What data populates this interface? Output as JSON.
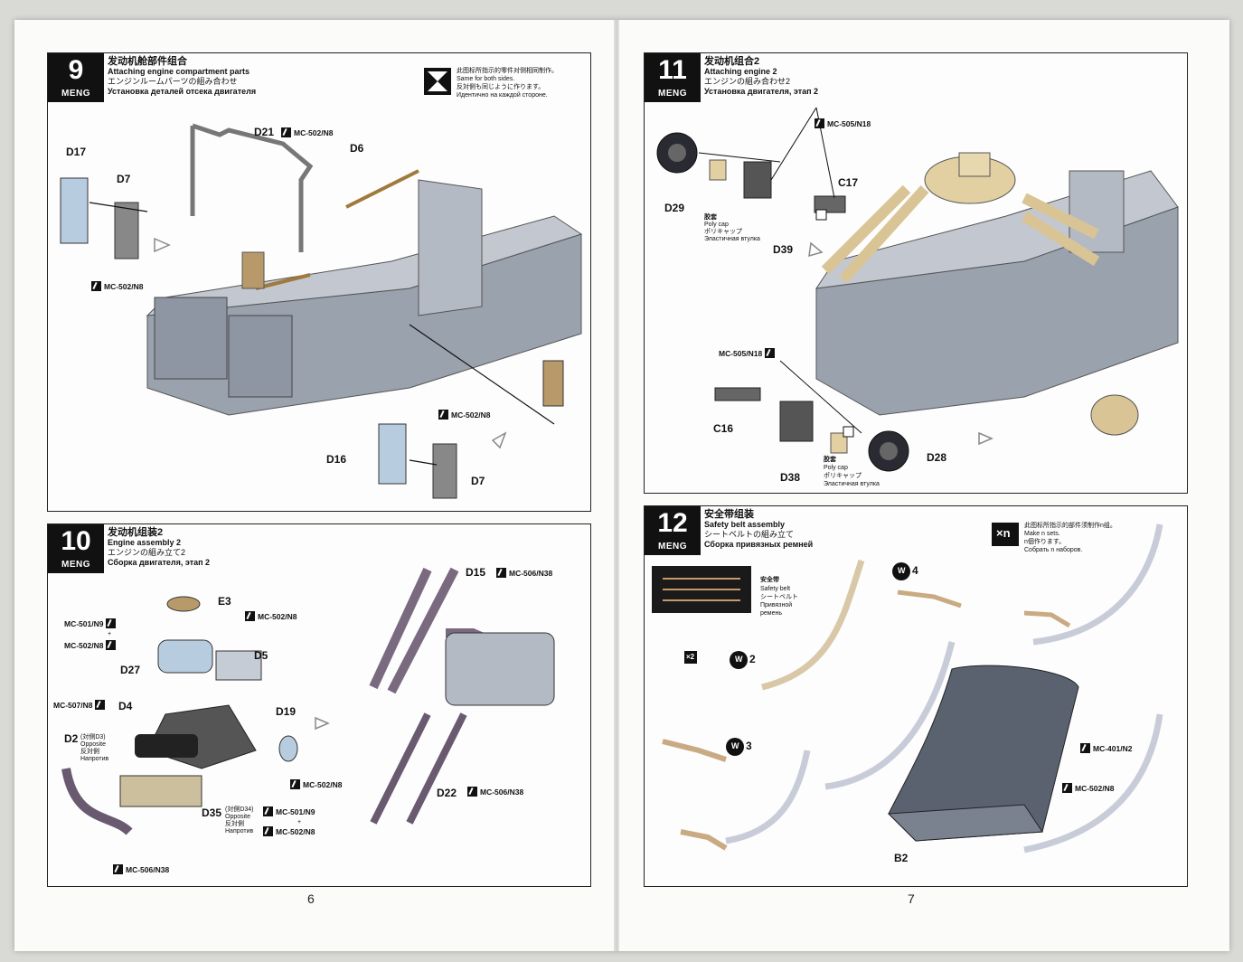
{
  "steps": {
    "s9": {
      "number": "9",
      "brand": "MENG",
      "zh": "发动机舱部件组合",
      "en": "Attaching engine compartment parts",
      "ja": "エンジンルームパーツの組み合わせ",
      "ru": "Установка деталей отсека двигателя",
      "note_zh": "此图标所指示的零件对侧相同制作。",
      "note_en": "Same for both sides.",
      "note_ja": "反対側も同じように作ります。",
      "note_ru": "Идентично на каждой стороне.",
      "parts": {
        "d17": "D17",
        "d7a": "D7",
        "d21": "D21",
        "d6": "D6",
        "d16": "D16",
        "d7b": "D7"
      },
      "codes": {
        "c1": "MC-502/N8",
        "c2": "MC-502/N8",
        "c3": "MC-502/N8"
      }
    },
    "s10": {
      "number": "10",
      "brand": "MENG",
      "zh": "发动机组装2",
      "en": "Engine assembly 2",
      "ja": "エンジンの組み立て2",
      "ru": "Сборка двигателя, этап 2",
      "parts": {
        "e3": "E3",
        "d27": "D27",
        "d5": "D5",
        "d4": "D4",
        "d19": "D19",
        "d2": "D2",
        "d2_sub1": "(対側D3)",
        "d2_sub2": "Opposite",
        "d2_sub3": "反対側",
        "d2_sub4": "Напротив",
        "d35": "D35",
        "d35_sub1": "(対側D34)",
        "d35_sub2": "Opposite",
        "d35_sub3": "反対側",
        "d35_sub4": "Напротив",
        "d15": "D15",
        "d22": "D22"
      },
      "codes": {
        "c1": "MC-501/N9",
        "plus1": "+",
        "c2": "MC-502/N8",
        "c3": "MC-502/N8",
        "c4": "MC-507/N8",
        "c5": "MC-502/N8",
        "c6": "MC-501/N9",
        "plus2": "+",
        "c7": "MC-502/N8",
        "c8": "MC-506/N38",
        "c9": "MC-506/N38",
        "c10": "MC-506/N38"
      }
    },
    "s11": {
      "number": "11",
      "brand": "MENG",
      "zh": "发动机组合2",
      "en": "Attaching engine 2",
      "ja": "エンジンの組み合わせ2",
      "ru": "Установка двигателя, этап 2",
      "parts": {
        "c17": "C17",
        "d29": "D29",
        "d39": "D39",
        "c16": "C16",
        "d38": "D38",
        "d28": "D28"
      },
      "codes": {
        "c1": "MC-505/N18",
        "c2": "MC-505/N18"
      },
      "polycap": {
        "zh": "胶套",
        "en": "Poly cap",
        "ja": "ポリキャップ",
        "ru": "Эластичная втулка"
      }
    },
    "s12": {
      "number": "12",
      "brand": "MENG",
      "zh": "安全带组装",
      "en": "Safety belt assembly",
      "ja": "シートベルトの組み立て",
      "ru": "Сборка привязных ремней",
      "note_zh": "此图标所指示的部件须制作n组。",
      "note_en": "Make n sets.",
      "note_ja": "n個作ります。",
      "note_ru": "Собрать n наборов.",
      "xn": "×n",
      "belt": {
        "zh": "安全带",
        "en": "Safety belt",
        "ja": "シートベルト",
        "ru1": "Привязной",
        "ru2": "ремень"
      },
      "parts": {
        "w4": "4",
        "x2": "×2",
        "w2": "2",
        "w3": "3",
        "b2": "B2",
        "w": "W"
      },
      "codes": {
        "c1": "MC-401/N2",
        "c2": "MC-502/N8"
      }
    }
  },
  "pages": {
    "left": "6",
    "right": "7"
  }
}
